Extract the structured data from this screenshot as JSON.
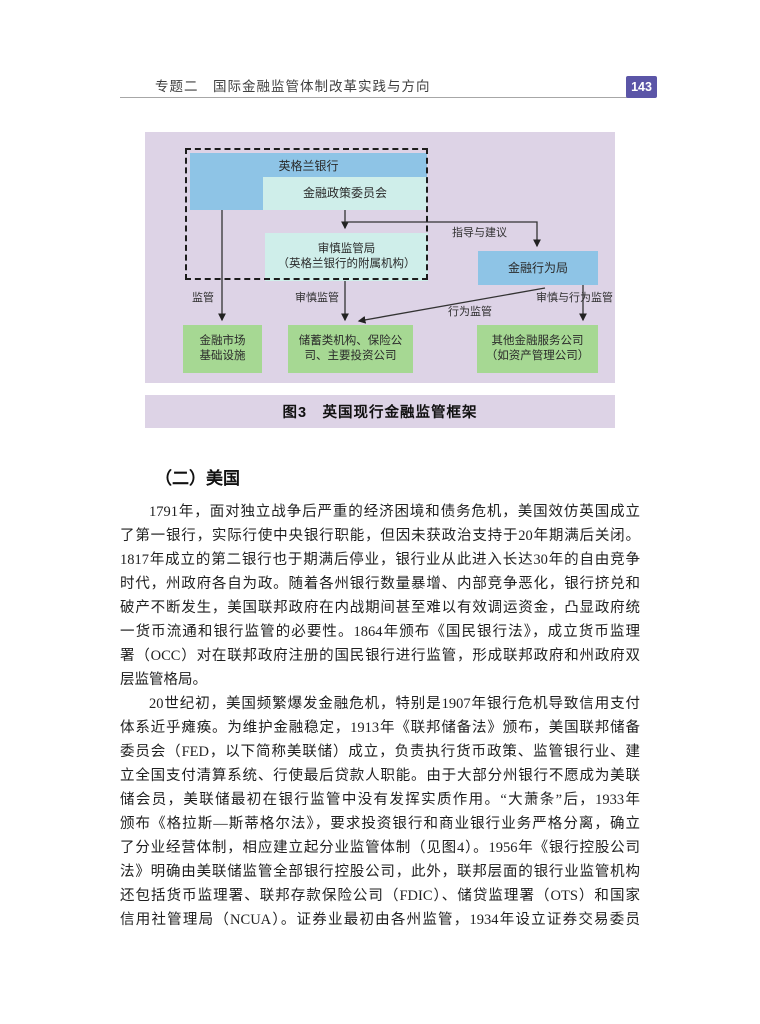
{
  "header": {
    "title": "专题二　国际金融监管体制改革实践与方向",
    "page_number": "143"
  },
  "figure": {
    "caption": "图3　英国现行金融监管框架",
    "nodes": {
      "bank_of_england": "英格兰银行",
      "financial_policy_committee": "金融政策委员会",
      "prudential_regulation_authority": [
        "审慎监管局",
        "（英格兰银行的附属机构）"
      ],
      "financial_conduct_authority": "金融行为局",
      "financial_market_infrastructure": [
        "金融市场",
        "基础设施"
      ],
      "deposit_institutions": [
        "储蓄类机构、保险公",
        "司、主要投资公司"
      ],
      "other_financial_companies": [
        "其他金融服务公司",
        "（如资产管理公司）"
      ]
    },
    "edge_labels": {
      "guidance": "指导与建议",
      "supervision": "监管",
      "prudential": "审慎监管",
      "conduct": "行为监管",
      "prudential_and_conduct": "审慎与行为监管"
    },
    "colors": {
      "panel_background": "#ddd3e6",
      "primary_box": "#8ec4e6",
      "secondary_box": "#cfeeea",
      "target_box": "#a6d893",
      "page_badge": "#5b55a7"
    }
  },
  "article": {
    "section_heading": "（二）美国",
    "paragraphs": [
      {
        "last_line_justified": false,
        "lines": [
          "1791年，面对独立战争后严重的经济困境和债务危机，美国效仿英国成立",
          "了第一银行，实际行使中央银行职能，但因未获政治支持于20年期满后关闭。",
          "1817年成立的第二银行也于期满后停业，银行业从此进入长达30年的自由竞争",
          "时代，州政府各自为政。随着各州银行数量暴增、内部竞争恶化，银行挤兑和",
          "破产不断发生，美国联邦政府在内战期间甚至难以有效调运资金，凸显政府统",
          "一货币流通和银行监管的必要性。1864年颁布《国民银行法》，成立货币监理",
          "署（OCC）对在联邦政府注册的国民银行进行监管，形成联邦政府和州政府双",
          "层监管格局。"
        ]
      },
      {
        "last_line_justified": true,
        "lines": [
          "20世纪初，美国频繁爆发金融危机，特别是1907年银行危机导致信用支付",
          "体系近乎瘫痪。为维护金融稳定，1913年《联邦储备法》颁布，美国联邦储备",
          "委员会（FED，以下简称美联储）成立，负责执行货币政策、监管银行业、建",
          "立全国支付清算系统、行使最后贷款人职能。由于大部分州银行不愿成为美联",
          "储会员，美联储最初在银行监管中没有发挥实质作用。“大萧条”后，1933年",
          "颁布《格拉斯—斯蒂格尔法》，要求投资银行和商业银行业务严格分离，确立",
          "了分业经营体制，相应建立起分业监管体制（见图4）。1956年《银行控股公司",
          "法》明确由美联储监管全部银行控股公司，此外，联邦层面的银行业监管机构",
          "还包括货币监理署、联邦存款保险公司（FDIC）、储贷监理署（OTS）和国家",
          "信用社管理局（NCUA）。证券业最初由各州监管，1934年设立证券交易委员"
        ]
      }
    ]
  }
}
